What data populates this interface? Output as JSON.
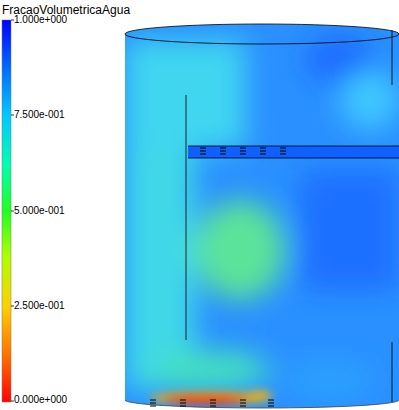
{
  "diagram": {
    "title": "FracaoVolumetricaAgua",
    "labels": [
      "1.000e+000",
      "7.500e-001",
      "5.000e-001",
      "2.500e-001",
      "0.000e+000"
    ]
  }
}
